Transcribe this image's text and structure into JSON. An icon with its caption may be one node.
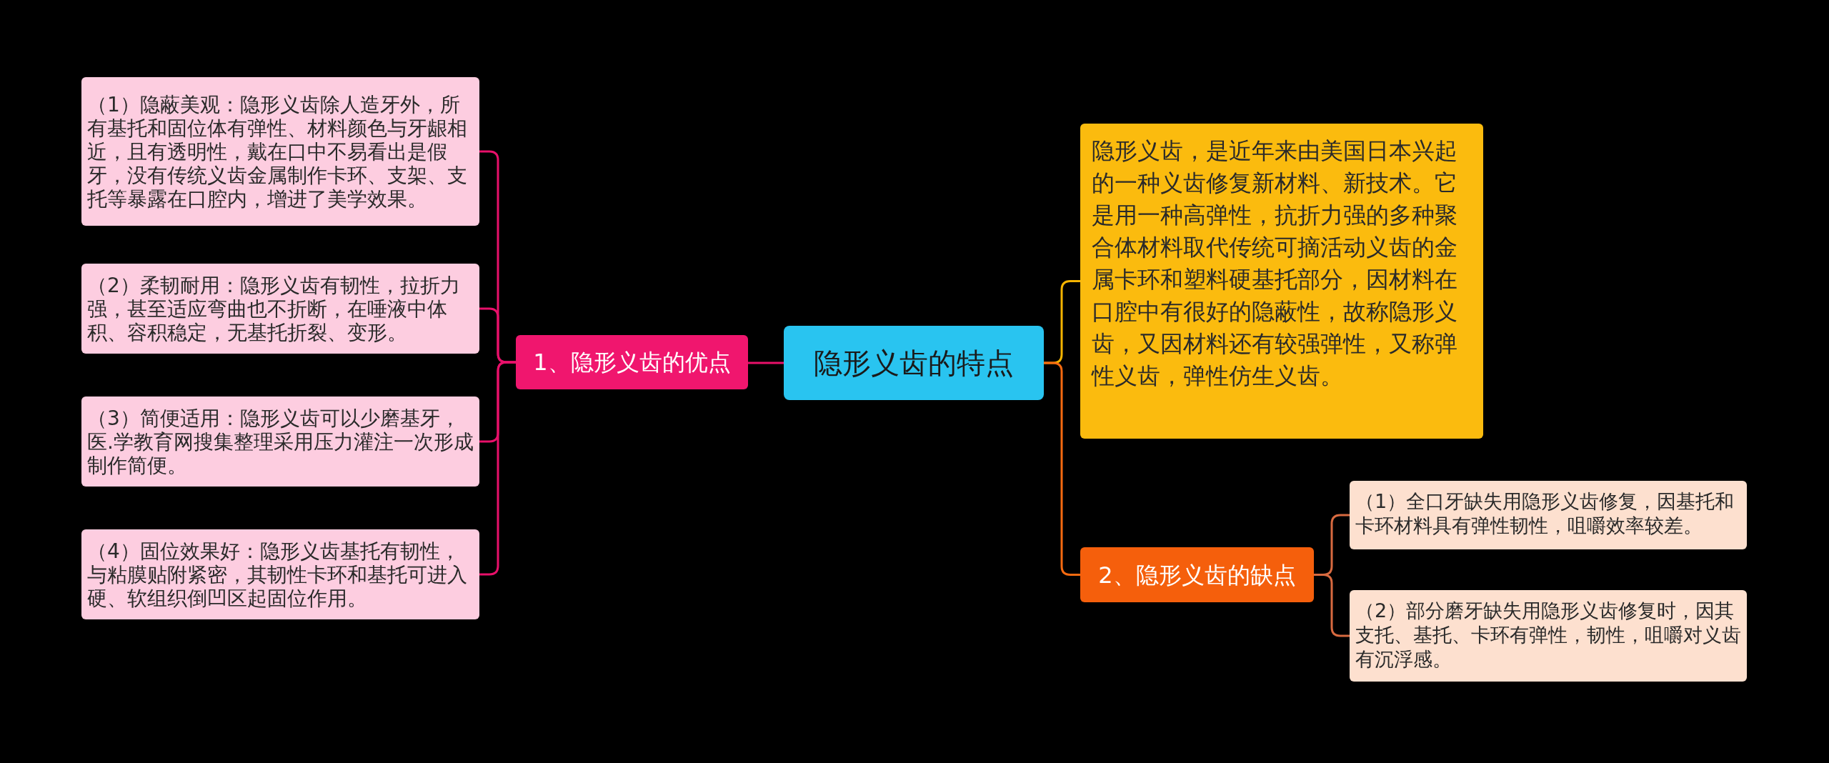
{
  "diagram": {
    "nodes": [
      {
        "text": [
          "隐形义齿的特点"
        ]
      },
      {
        "text": [
          "1、隐形义齿的优点"
        ]
      },
      {
        "text": [
          "（1）隐蔽美观：隐形义齿除人造牙外，所有基托和固位体有弹性、材料颜色与牙龈相近，且有透明性，戴在口中不易看出是假牙，没有传统义齿金属制作卡环、支架、支托等暴露在口腔内，增进了美学效果。"
        ]
      },
      {
        "text": [
          "（2）柔韧耐用：隐形义齿有韧性，拉折力强，甚至适应弯曲也不折断，在唾液中体积、容积稳定，无基托折裂、变形。"
        ]
      },
      {
        "text": [
          "（3）简便适用：隐形义齿可以少磨基牙，医.学教育网搜集整理采用压力灌注一次形成制作简便。"
        ]
      },
      {
        "text": [
          "（4）固位效果好：隐形义齿基托有韧性，与粘膜贴附紧密，其韧性卡环和基托可进入硬、软组织倒凹区起固位作用。"
        ]
      },
      {
        "text": [
          "隐形义齿，是近年来由美国日本兴起的一种义齿修复新材料、新技术。它是用一种高弹性，抗折力强的多种聚合体材料取代传统可摘活动义齿的金属卡环和塑料硬基托部分，因材料在口腔中有很好的隐蔽性，故称隐形义齿，又因材料还有较强弹性，又称弹性义齿，弹性仿生义齿。"
        ]
      },
      {
        "text": [
          "2、隐形义齿的缺点"
        ]
      },
      {
        "text": [
          "（1）全口牙缺失用隐形义齿修复，因基托和卡环材料具有弹性韧性，咀嚼效率较差。"
        ]
      },
      {
        "text": [
          "（2）部分磨牙缺失用隐形义齿修复时，因其支托、基托、卡环有弹性，韧性，咀嚼对义齿有沉浮感。"
        ]
      }
    ],
    "edges": [
      {
        "from": 0,
        "to": 1,
        "arrow": "none",
        "color": "#e8106a"
      },
      {
        "from": 1,
        "to": 2,
        "arrow": "none",
        "color": "#e8106a"
      },
      {
        "from": 1,
        "to": 3,
        "arrow": "none",
        "color": "#e8106a"
      },
      {
        "from": 1,
        "to": 4,
        "arrow": "none",
        "color": "#e8106a"
      },
      {
        "from": 1,
        "to": 5,
        "arrow": "none",
        "color": "#e8106a"
      },
      {
        "from": 0,
        "to": 6,
        "arrow": "none",
        "color": "#f5b400"
      },
      {
        "from": 0,
        "to": 7,
        "arrow": "none",
        "color": "#f56a10"
      },
      {
        "from": 7,
        "to": 8,
        "arrow": "none",
        "color": "#d86a40"
      },
      {
        "from": 7,
        "to": 9,
        "arrow": "none",
        "color": "#d86a40"
      }
    ]
  }
}
